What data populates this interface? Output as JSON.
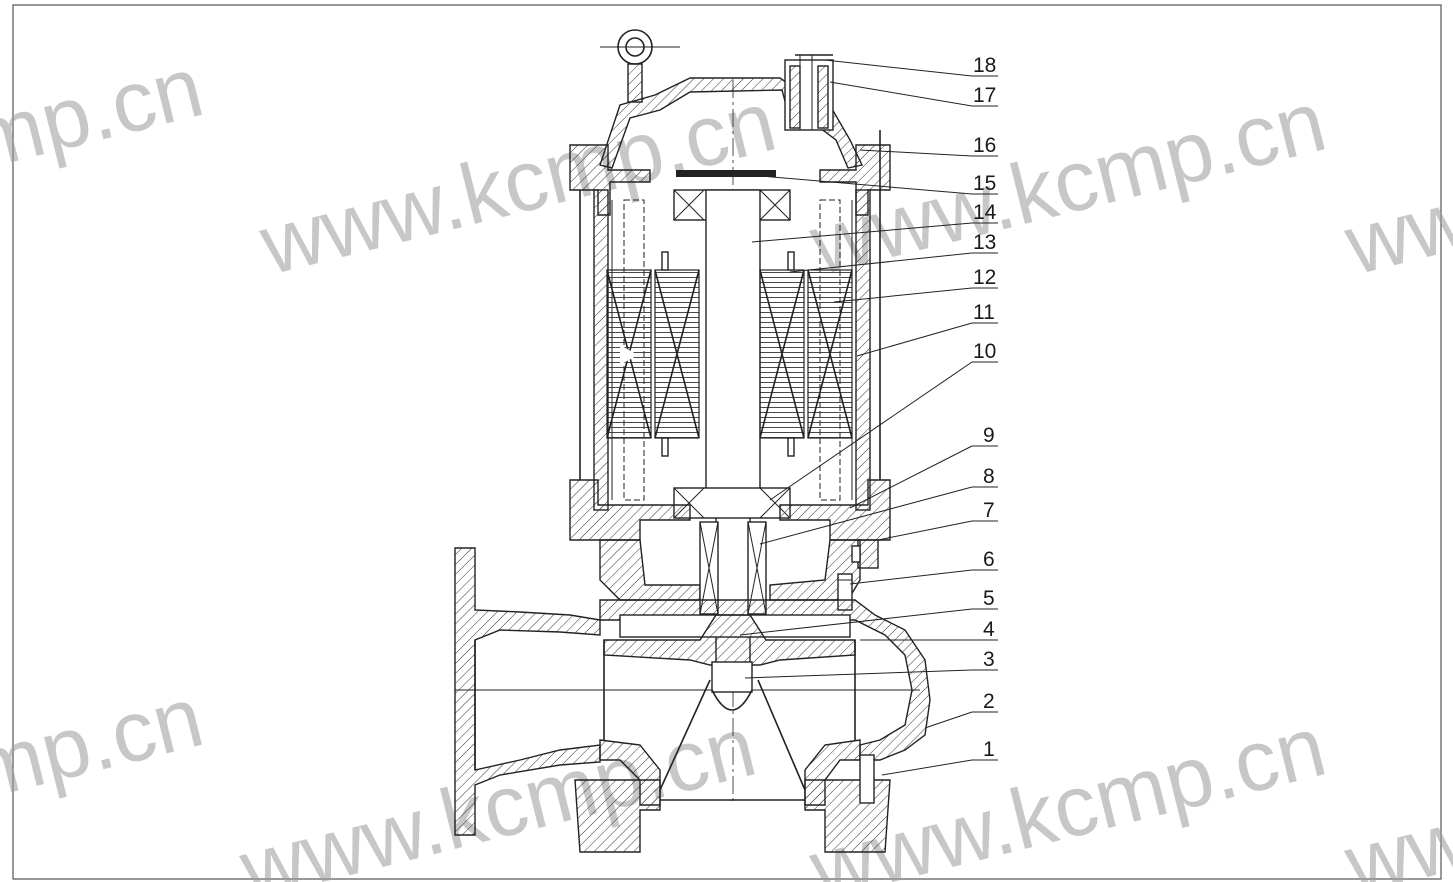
{
  "callouts": [
    {
      "number": "18"
    },
    {
      "number": "17"
    },
    {
      "number": "16"
    },
    {
      "number": "15"
    },
    {
      "number": "14"
    },
    {
      "number": "13"
    },
    {
      "number": "12"
    },
    {
      "number": "11"
    },
    {
      "number": "10"
    },
    {
      "number": "9"
    },
    {
      "number": "8"
    },
    {
      "number": "7"
    },
    {
      "number": "6"
    },
    {
      "number": "5"
    },
    {
      "number": "4"
    },
    {
      "number": "3"
    },
    {
      "number": "2"
    },
    {
      "number": "1"
    }
  ],
  "watermarks": {
    "top_left": "mp.cn",
    "top_center": "www.kcmp.cn",
    "top_right": "www.kcmp.cn",
    "far_right_top": "ww",
    "bottom_left": "mp.cn",
    "bottom_center": "www.kcmp.cn",
    "bottom_right": "www.kcmp.cn",
    "far_right_bottom": "ww"
  },
  "colors": {
    "line": "#222222",
    "watermark": "#9a9a9a",
    "frame": "#555555"
  }
}
